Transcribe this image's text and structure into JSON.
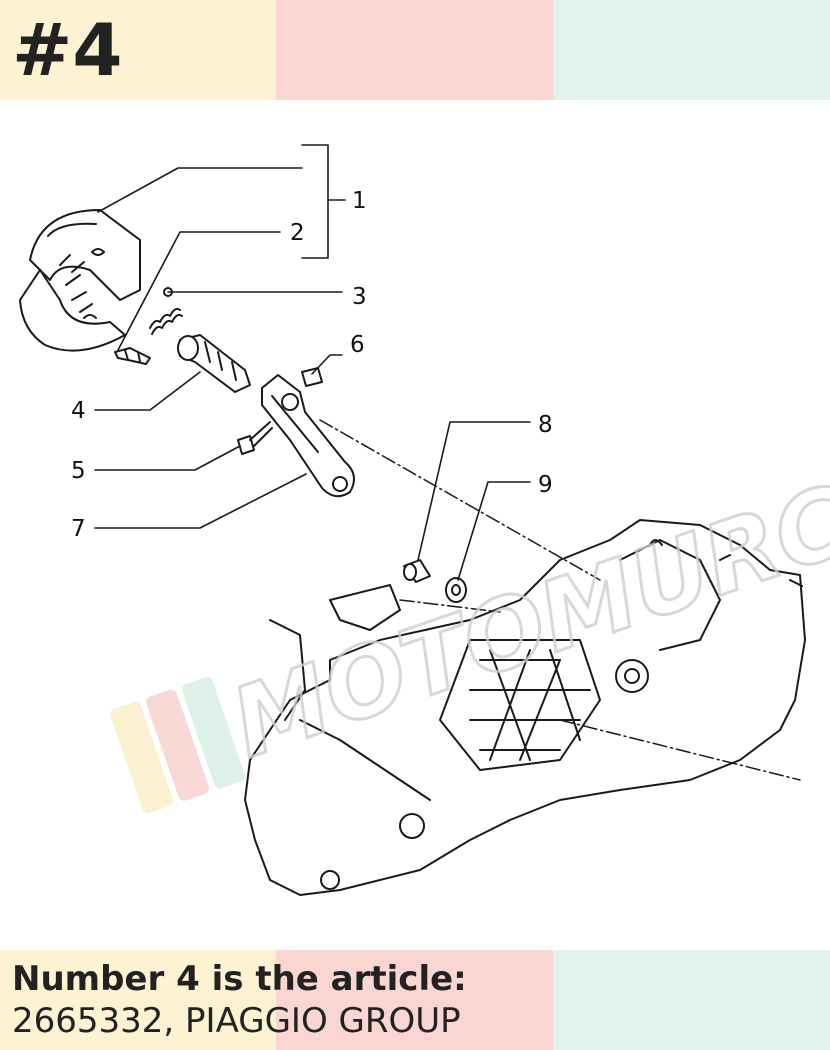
{
  "badge": {
    "text": "#4"
  },
  "colors": {
    "band_cream": "#fdf3d3",
    "band_pink": "#fad6d3",
    "band_mint": "#e3f3ec",
    "ink": "#222222"
  },
  "diagram": {
    "watermark": "MOTOMURCIA",
    "callouts": [
      {
        "id": "1",
        "label": "1"
      },
      {
        "id": "2",
        "label": "2"
      },
      {
        "id": "3",
        "label": "3"
      },
      {
        "id": "4",
        "label": "4"
      },
      {
        "id": "5",
        "label": "5"
      },
      {
        "id": "6",
        "label": "6"
      },
      {
        "id": "7",
        "label": "7"
      },
      {
        "id": "8",
        "label": "8"
      },
      {
        "id": "9",
        "label": "9"
      }
    ]
  },
  "caption": {
    "line1": "Number 4 is the article:",
    "line2": "2665332, PIAGGIO GROUP"
  }
}
